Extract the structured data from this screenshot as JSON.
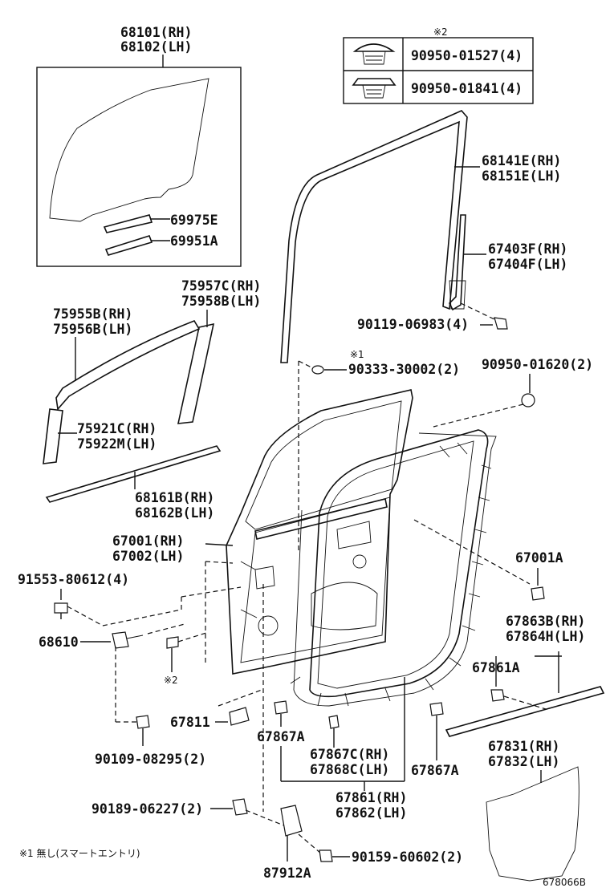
{
  "diagram_code": "678066B",
  "footnote": "※1 無し(スマートエントリ)",
  "mark2": "※2",
  "clip_table": {
    "header": "※2",
    "rows": [
      {
        "part": "90950-01527(4)",
        "icon": "clip-icon"
      },
      {
        "part": "90950-01841(4)",
        "icon": "clip-flat-icon"
      }
    ]
  },
  "callouts": {
    "glass_rh": "68101(RH)",
    "glass_lh": "68102(LH)",
    "run_69975": "69975E",
    "run_69951": "69951A",
    "frame_rh": "68141E(RH)",
    "frame_lh": "68151E(LH)",
    "chan_rh": "67403F(RH)",
    "chan_lh": "67404F(LH)",
    "bolt_06983": "90119-06983(4)",
    "mold_c_rh": "75957C(RH)",
    "mold_b_lh": "75958B(LH)",
    "mold_955": "75955B(RH)",
    "mold_956": "75956B(LH)",
    "hole_30002": "90333-30002(2)",
    "mark1": "※1",
    "plug_01620": "90950-01620(2)",
    "tape_rh": "75921C(RH)",
    "tape_lh": "75922M(LH)",
    "belt_rh": "68161B(RH)",
    "belt_lh": "68162B(LH)",
    "panel_rh": "67001(RH)",
    "panel_lh": "67002(LH)",
    "screw_80612": "91553-80612(4)",
    "plug_67001a": "67001A",
    "hinge": "68610",
    "sub_rh": "67863B(RH)",
    "sub_lh": "67864H(LH)",
    "clip_67861a": "67861A",
    "cover_67811": "67811",
    "clip_67867a_l": "67867A",
    "ws_c_rh": "67867C(RH)",
    "ws_c_lh": "67868C(LH)",
    "clip_67867a_r": "67867A",
    "bolt_08295": "90109-08295(2)",
    "seal_rh": "67831(RH)",
    "seal_lh": "67832(LH)",
    "ws_rh": "67861(RH)",
    "ws_lh": "67862(LH)",
    "clip_06227": "90189-06227(2)",
    "bolt_60602": "90159-60602(2)",
    "bracket": "87912A"
  }
}
